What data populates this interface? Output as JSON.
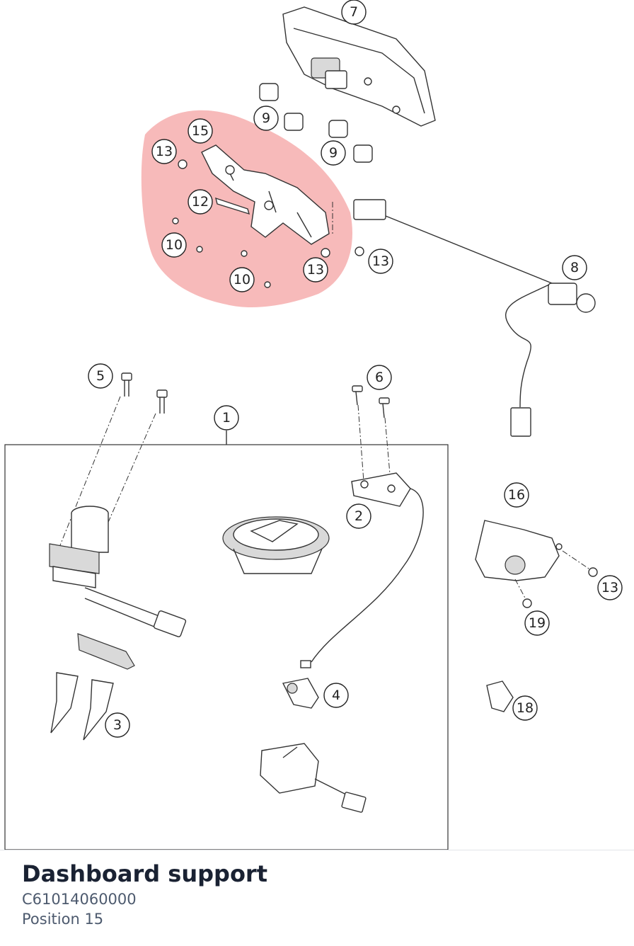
{
  "diagram": {
    "highlight_color": "#f4a3a3",
    "callouts": [
      {
        "label": "7"
      },
      {
        "label": "9"
      },
      {
        "label": "9"
      },
      {
        "label": "15"
      },
      {
        "label": "13"
      },
      {
        "label": "12"
      },
      {
        "label": "10"
      },
      {
        "label": "10"
      },
      {
        "label": "13"
      },
      {
        "label": "13"
      },
      {
        "label": "8"
      },
      {
        "label": "5"
      },
      {
        "label": "6"
      },
      {
        "label": "1"
      },
      {
        "label": "2"
      },
      {
        "label": "16"
      },
      {
        "label": "13"
      },
      {
        "label": "19"
      },
      {
        "label": "3"
      },
      {
        "label": "4"
      },
      {
        "label": "18"
      }
    ]
  },
  "info": {
    "title": "Dashboard support",
    "part_number": "C61014060000",
    "position": "Position 15"
  }
}
